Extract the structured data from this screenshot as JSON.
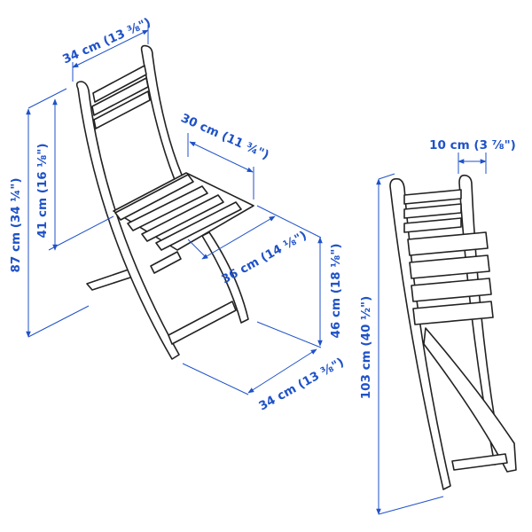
{
  "colors": {
    "dimension": "#1f52c8",
    "outline": "#222222"
  },
  "unfolded_chair": {
    "back_width": "34 cm (13 ⅜\")",
    "seat_depth": "30 cm (11 ¾\")",
    "back_height": "41 cm (16 ⅛\")",
    "total_height": "87 cm (34 ¼\")",
    "seat_width": "36 cm (14 ⅛\")",
    "seat_height": "46 cm (18 ⅛\")",
    "base_width": "34 cm (13 ⅜\")"
  },
  "folded_chair": {
    "folded_depth": "10 cm (3 ⅞\")",
    "folded_height": "103 cm (40 ½\")"
  }
}
